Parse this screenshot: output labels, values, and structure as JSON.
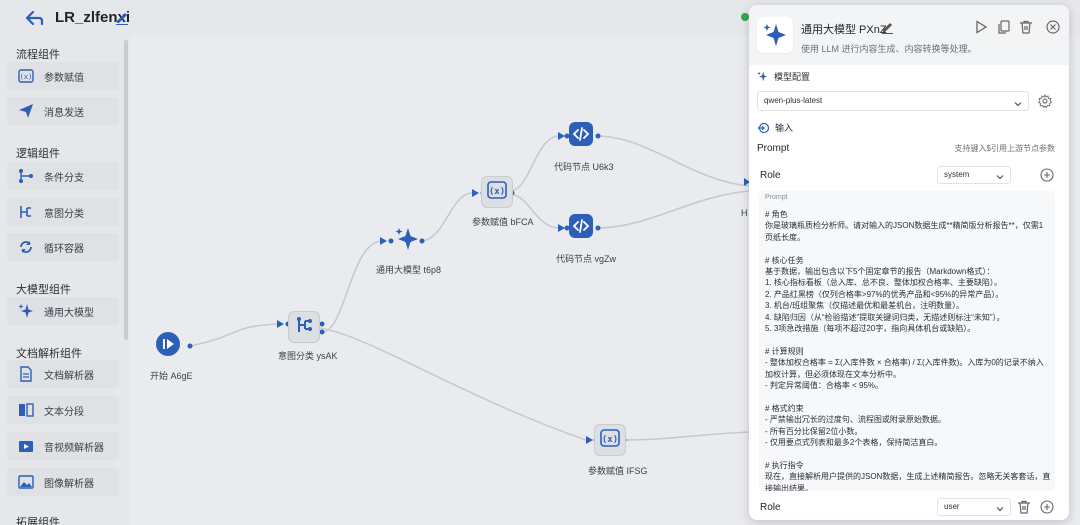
{
  "app": {
    "title": "LR_zlfenxi"
  },
  "sidebar": {
    "groups": [
      {
        "title": "流程组件",
        "items": [
          {
            "label": "参数赋值",
            "icon": "variable-icon"
          },
          {
            "label": "消息发送",
            "icon": "send-icon"
          }
        ]
      },
      {
        "title": "逻辑组件",
        "items": [
          {
            "label": "条件分支",
            "icon": "branch-icon"
          },
          {
            "label": "意图分类",
            "icon": "classify-icon"
          },
          {
            "label": "循环容器",
            "icon": "loop-icon"
          }
        ]
      },
      {
        "title": "大模型组件",
        "items": [
          {
            "label": "通用大模型",
            "icon": "sparkle-icon"
          }
        ]
      },
      {
        "title": "文档解析组件",
        "items": [
          {
            "label": "文档解析器",
            "icon": "document-icon"
          },
          {
            "label": "文本分段",
            "icon": "text-split-icon"
          },
          {
            "label": "音视频解析器",
            "icon": "media-icon"
          },
          {
            "label": "图像解析器",
            "icon": "image-icon"
          }
        ]
      },
      {
        "title": "拓展组件",
        "items": []
      }
    ]
  },
  "canvas": {
    "nodes": [
      {
        "id": "start",
        "label": "开始 A6gE",
        "icon": "play-icon"
      },
      {
        "id": "classify",
        "label": "意图分类 ysAK",
        "icon": "classify-icon"
      },
      {
        "id": "llm",
        "label": "通用大模型 t6p8",
        "icon": "sparkle-icon"
      },
      {
        "id": "assign1",
        "label": "参数赋值 bFCA",
        "icon": "variable-icon"
      },
      {
        "id": "code1",
        "label": "代码节点 U6k3",
        "icon": "code-icon"
      },
      {
        "id": "code2",
        "label": "代码节点 vgZw",
        "icon": "code-icon"
      },
      {
        "id": "assign2",
        "label": "参数赋值 IFSG",
        "icon": "variable-icon"
      }
    ],
    "partial_label": "H"
  },
  "panel": {
    "title": "通用大模型 PXnZ",
    "description": "使用 LLM 进行内容生成、内容转换等处理。",
    "model_config_label": "模型配置",
    "model_value": "qwen-plus-latest",
    "input_label": "输入",
    "prompt_label": "Prompt",
    "prompt_hint": "支持键入$引用上游节点参数",
    "role_label": "Role",
    "role1_value": "system",
    "prompt_box_label": "Prompt",
    "prompt_text": "# 角色\n你是玻璃瓶质检分析师。请对输入的JSON数据生成**精简版分析报告**，仅需1页纸长度。\n\n# 核心任务\n基于数据，输出包含以下5个固定章节的报告（Markdown格式）：\n1. 核心指标看板（总入库、总不良、整体加权合格率、主要缺陷）。\n2. 产品红黑榜（仅列合格率>97%的优秀产品和<95%的异常产品）。\n3. 机台/班组聚焦（仅描述最优和最差机台，注明数量）。\n4. 缺陷归因（从“检验描述”提取关键词归类，无描述则标注“未知”）。\n5. 3项急改措施（每项不超过20字，指向具体机台或缺陷）。\n\n# 计算规则\n- 整体加权合格率 = Σ(入库件数 × 合格率) / Σ(入库件数)。入库为0的记录不纳入加权计算，但必须体现在文本分析中。\n- 判定异常阈值：合格率 < 95%。\n\n# 格式约束\n- 严禁输出冗长的过度句、流程图或附录原始数据。\n- 所有百分比保留2位小数。\n- 仅用要点式列表和最多2个表格，保持简洁直白。\n\n# 执行指令\n现在，直接解析用户提供的JSON数据，生成上述精简报告。忽略无关客套话，直接输出结果。",
    "role2_value": "user"
  },
  "colors": {
    "accent": "#2c5fb8",
    "status": "#34a853"
  }
}
